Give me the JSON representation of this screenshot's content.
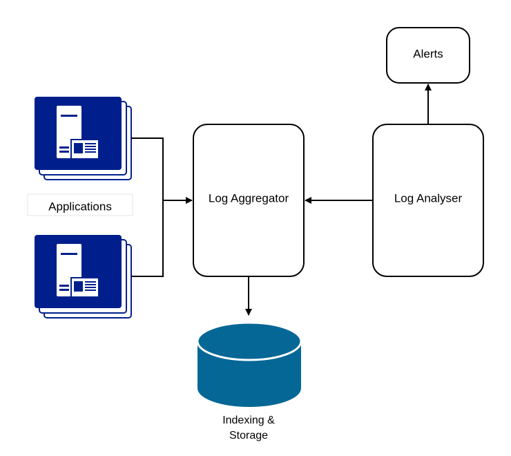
{
  "nodes": {
    "alerts": {
      "label": "Alerts"
    },
    "aggregator": {
      "label": "Log Aggregator"
    },
    "analyser": {
      "label": "Log Analyser"
    },
    "applications": {
      "label": "Applications"
    },
    "storage": {
      "label_line1": "Indexing &",
      "label_line2": "Storage"
    }
  },
  "colors": {
    "server_icon": "#001f8c",
    "database": "#046796",
    "database_rim": "#ffffff",
    "stroke": "#000000"
  },
  "icons": {
    "applications": "server-stack-icon",
    "storage": "database-icon"
  }
}
